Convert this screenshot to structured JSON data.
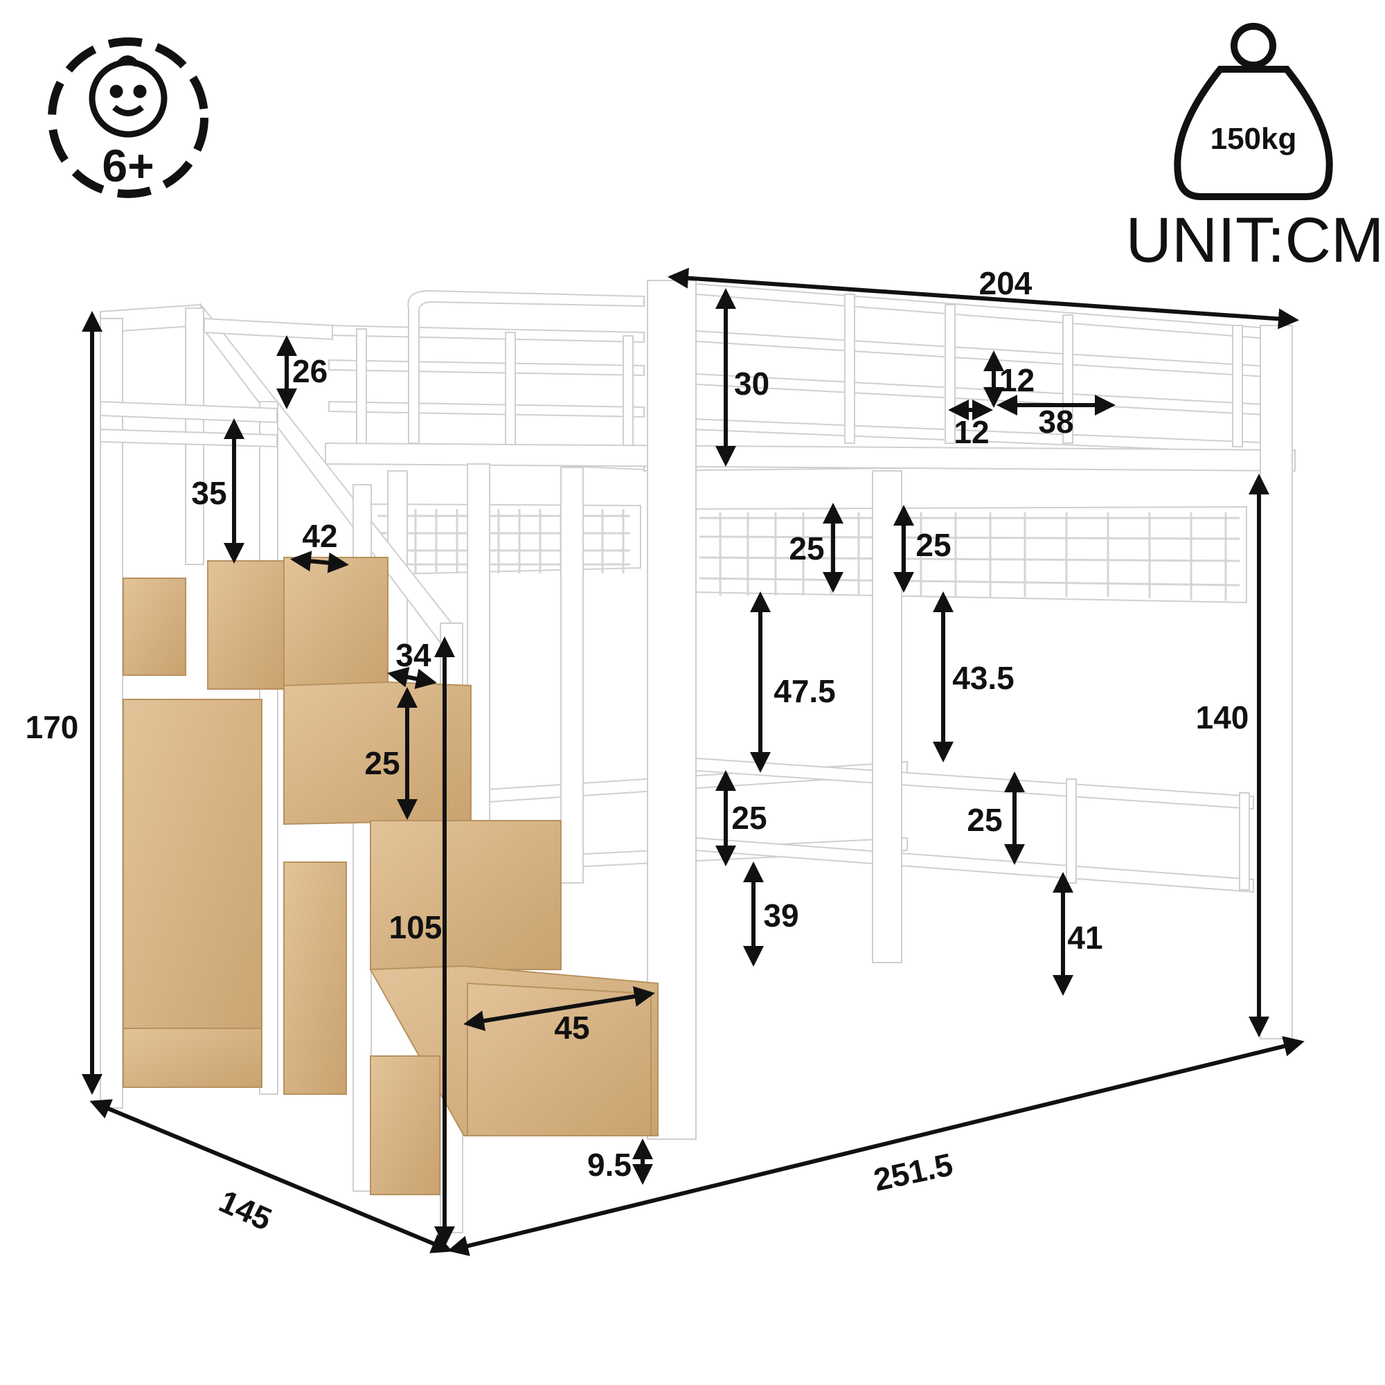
{
  "badges": {
    "age_label": "6+",
    "weight_label": "150kg",
    "unit_label": "UNIT:CM"
  },
  "colors": {
    "frame": "#ffffff",
    "frame_edge": "#cfcfcf",
    "wood": "#d9b78a",
    "wood_dark": "#b8915f",
    "arrow": "#111111"
  },
  "dimensions": {
    "overall_height": "170",
    "top_length": "204",
    "guardrail_height": "30",
    "shelf_height": "12",
    "shelf_depth": "12",
    "shelf_width": "38",
    "rail_top_gap": "26",
    "upper_compartment": "35",
    "stair_depth_top": "42",
    "stair_step": "34",
    "stair_rise": "25",
    "stair_height": "105",
    "step_width": "45",
    "floor_clearance": "9.5",
    "depth": "145",
    "length": "251.5",
    "under_height": "140",
    "mesh_left": "25",
    "mesh_right": "25",
    "gap_left": "47.5",
    "gap_right": "43.5",
    "lower_rail_left": "25",
    "lower_rail_right": "25",
    "leg_left": "39",
    "leg_right": "41"
  }
}
